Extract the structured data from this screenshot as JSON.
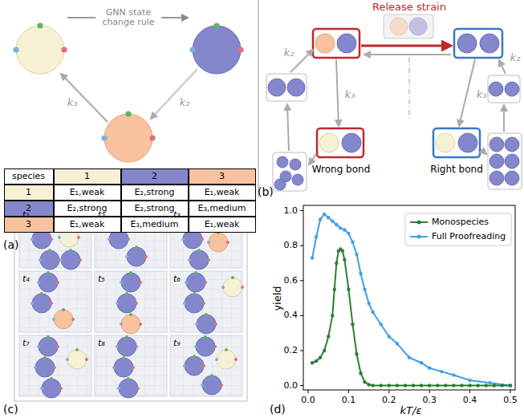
{
  "diagram": {
    "labels": [
      "GNN state change rule",
      "k₂",
      "k₃",
      "species",
      "1",
      "2",
      "3",
      "1",
      "E₁,weak",
      "E₂,strong",
      "E₁,weak",
      "2",
      "E₂,strong",
      "E₂,strong",
      "E₃,medium",
      "3",
      "E₁,weak",
      "E₃,medium",
      "E₁,weak",
      "(a)",
      "Release strain",
      "k₂",
      "k₃",
      "k₃",
      "k₂",
      "Wrong bond",
      "Right bond",
      "(b)",
      "t₁",
      "t₂",
      "t₃",
      "t₄",
      "t₅",
      "t₆",
      "t₇",
      "t₈",
      "t₉",
      "(c)",
      "yield",
      "0.0",
      "0.2",
      "0.4",
      "0.6",
      "0.8",
      "1.0",
      "0.0",
      "0.1",
      "0.2",
      "0.3",
      "0.4",
      "0.5",
      "kT/ε",
      "(d)"
    ],
    "legend": [
      {
        "text": "Monospecies"
      },
      {
        "text": "Full Proofreading"
      }
    ]
  }
}
